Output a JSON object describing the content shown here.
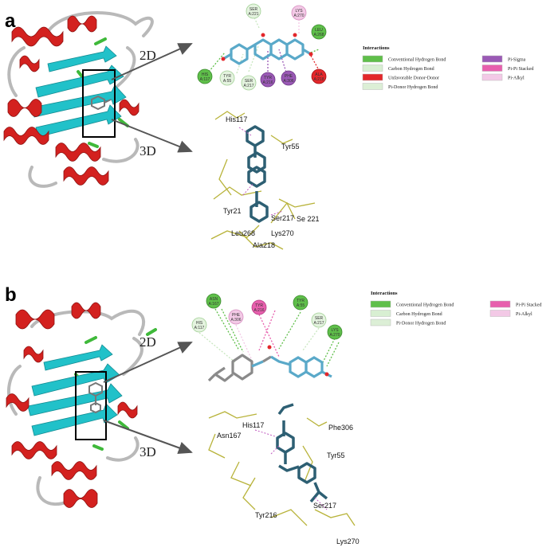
{
  "panels": [
    {
      "label": "a",
      "label_2d": "2D",
      "label_3d": "3D",
      "residues_2d": [
        {
          "name": "SER",
          "id": "A:221",
          "type": "carbon_h"
        },
        {
          "name": "LYS",
          "id": "A:270",
          "type": "pi_alkyl"
        },
        {
          "name": "LEU",
          "id": "A:268",
          "type": "conventional_h"
        },
        {
          "name": "ALA",
          "id": "A:218",
          "type": "unfavorable"
        },
        {
          "name": "HIS",
          "id": "A:117",
          "type": "conventional_h"
        },
        {
          "name": "TYR",
          "id": "A:55",
          "type": "pi_donor"
        },
        {
          "name": "SER",
          "id": "A:217",
          "type": "carbon_h"
        },
        {
          "name": "TYR",
          "id": "A:216",
          "type": "pi_sigma"
        },
        {
          "name": "PHE",
          "id": "A:306",
          "type": "pi_sigma"
        }
      ],
      "legend_title": "Interactions",
      "legend": [
        {
          "label": "Conventional Hydrogen Bond",
          "color": "#5fbf4a"
        },
        {
          "label": "Carbon Hydrogen Bond",
          "color": "#d8efd2"
        },
        {
          "label": "Unfavorable Donor-Donor",
          "color": "#e3272b"
        },
        {
          "label": "Pi-Donor Hydrogen Bond",
          "color": "#dcefd6"
        },
        {
          "label": "Pi-Sigma",
          "color": "#9a59b5"
        },
        {
          "label": "Pi-Pi Stacked",
          "color": "#e75fad"
        },
        {
          "label": "Pi-Alkyl",
          "color": "#f3c9e6"
        }
      ],
      "residues_3d": [
        "His117",
        "Tyr55",
        "Tyr21",
        "Ser217",
        "Se 221",
        "Leu268",
        "Lys270",
        "Ala218"
      ]
    },
    {
      "label": "b",
      "label_2d": "2D",
      "label_3d": "3D",
      "residues_2d": [
        {
          "name": "ASN",
          "id": "A:167",
          "type": "conventional_h"
        },
        {
          "name": "HIS",
          "id": "A:117",
          "type": "carbon_h"
        },
        {
          "name": "PHE",
          "id": "A:306",
          "type": "pi_alkyl"
        },
        {
          "name": "TYR",
          "id": "A:216",
          "type": "pi_pi"
        },
        {
          "name": "TYR",
          "id": "A:55",
          "type": "conventional_h"
        },
        {
          "name": "SER",
          "id": "A:217",
          "type": "carbon_h"
        },
        {
          "name": "LYS",
          "id": "A:270",
          "type": "conventional_h"
        }
      ],
      "legend_title": "Interactions",
      "legend": [
        {
          "label": "Conventional Hydrogen Bond",
          "color": "#5fbf4a"
        },
        {
          "label": "Carbon Hydrogen Bond",
          "color": "#d8efd2"
        },
        {
          "label": "Pi-Donor Hydrogen Bond",
          "color": "#dcefd6"
        },
        {
          "label": "Pi-Pi Stacked",
          "color": "#e75fad"
        },
        {
          "label": "Pi-Alkyl",
          "color": "#f3c9e6"
        }
      ],
      "residues_3d": [
        "His117",
        "Asn167",
        "Phe306",
        "Tyr55",
        "Tyr216",
        "Ser217",
        "Lys270"
      ]
    }
  ],
  "colors": {
    "helix": "#d3211f",
    "sheet": "#21c1c9",
    "coil": "#b9b9b9",
    "turn": "#3fb93a",
    "ligand_2d": "#5aa9c9",
    "ligand_3d": "#2d5f73",
    "sidechain": "#b8b33a"
  }
}
